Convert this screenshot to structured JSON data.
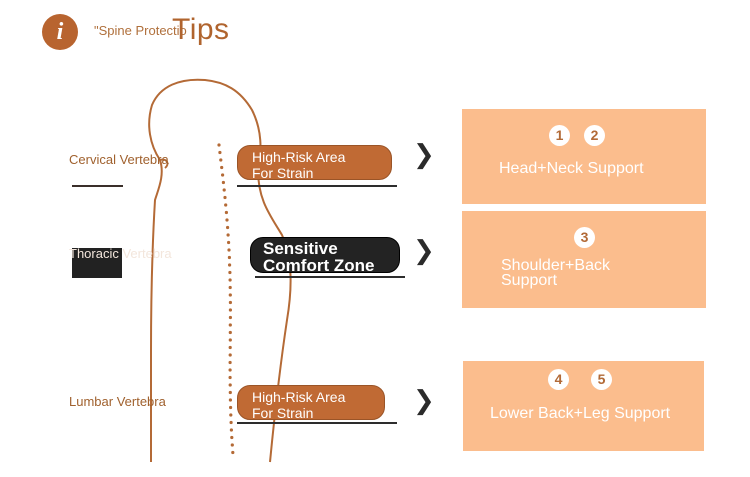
{
  "header": {
    "info_icon": "i",
    "subtitle": "\"Spine Protectio",
    "title": "Tips"
  },
  "vertebrae": [
    {
      "label": "Cervical Vertebra"
    },
    {
      "label": "Thoracic Vertebra"
    },
    {
      "label": "Lumbar Vertebra"
    }
  ],
  "zones": [
    {
      "line1": "High-Risk Area",
      "line2": "For Strain",
      "style": "orange"
    },
    {
      "line1": "Sensitive",
      "line2": "Comfort Zone",
      "style": "dark"
    },
    {
      "line1": "High-Risk Area",
      "line2": "For Strain",
      "style": "orange"
    }
  ],
  "supports": [
    {
      "numbers": [
        "1",
        "2"
      ],
      "label": "Head+Neck Support"
    },
    {
      "numbers": [
        "3"
      ],
      "label_line1": "Shoulder+Back",
      "label_line2": "Support"
    },
    {
      "numbers": [
        "4",
        "5"
      ],
      "label": "Lower Back+Leg Support"
    }
  ],
  "icons": {
    "info": "info-icon",
    "arrow": "chevron-right-icon"
  },
  "colors": {
    "brand": "#b8642f",
    "panel": "#fbbd8d",
    "pill_orange": "#c06a34",
    "pill_dark": "#232323"
  }
}
